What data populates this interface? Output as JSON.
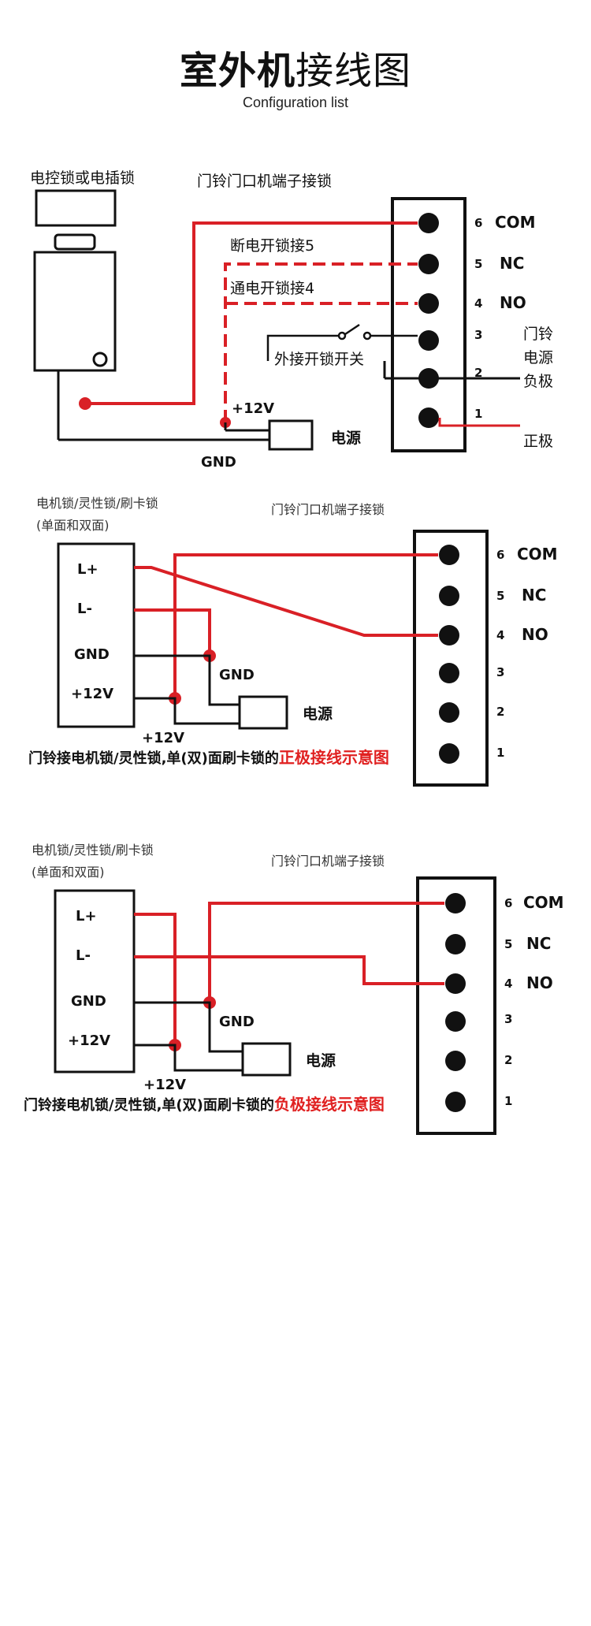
{
  "title": {
    "bold": "室外机",
    "light": "接线图"
  },
  "subtitle": "Configuration list",
  "colors": {
    "wire": "#d92026",
    "line": "#111111"
  },
  "diagram1": {
    "lock_label": "电控锁或电插锁",
    "header": "门铃门口机端子接锁",
    "note_nc": "断电开锁接5",
    "note_no": "通电开锁接4",
    "switch_label": "外接开锁开关",
    "v12": "+12V",
    "gnd": "GND",
    "power": "电源",
    "bell_power_neg": [
      "门铃",
      "电源",
      "负极"
    ],
    "pos": "正极",
    "terminals": [
      {
        "num": "6",
        "name": "COM"
      },
      {
        "num": "5",
        "name": "NC"
      },
      {
        "num": "4",
        "name": "NO"
      },
      {
        "num": "3",
        "name": ""
      },
      {
        "num": "2",
        "name": ""
      },
      {
        "num": "1",
        "name": ""
      }
    ]
  },
  "diagram2": {
    "lock_label": "电机锁/灵性锁/刷卡锁",
    "lock_sub": "(单面和双面)",
    "header": "门铃门口机端子接锁",
    "pins": [
      "L+",
      "L-",
      "GND",
      "+12V"
    ],
    "gnd": "GND",
    "v12": "+12V",
    "power": "电源",
    "caption_prefix": "门铃接电机锁/灵性锁,单(双)面刷卡锁的",
    "caption_highlight": "正极接线示意图",
    "terminals": [
      {
        "num": "6",
        "name": "COM"
      },
      {
        "num": "5",
        "name": "NC"
      },
      {
        "num": "4",
        "name": "NO"
      },
      {
        "num": "3",
        "name": ""
      },
      {
        "num": "2",
        "name": ""
      },
      {
        "num": "1",
        "name": ""
      }
    ]
  },
  "diagram3": {
    "lock_label": "电机锁/灵性锁/刷卡锁",
    "lock_sub": "(单面和双面)",
    "header": "门铃门口机端子接锁",
    "pins": [
      "L+",
      "L-",
      "GND",
      "+12V"
    ],
    "gnd": "GND",
    "v12": "+12V",
    "power": "电源",
    "caption_prefix": "门铃接电机锁/灵性锁,单(双)面刷卡锁的",
    "caption_highlight": "负极接线示意图",
    "terminals": [
      {
        "num": "6",
        "name": "COM"
      },
      {
        "num": "5",
        "name": "NC"
      },
      {
        "num": "4",
        "name": "NO"
      },
      {
        "num": "3",
        "name": ""
      },
      {
        "num": "2",
        "name": ""
      },
      {
        "num": "1",
        "name": ""
      }
    ]
  }
}
